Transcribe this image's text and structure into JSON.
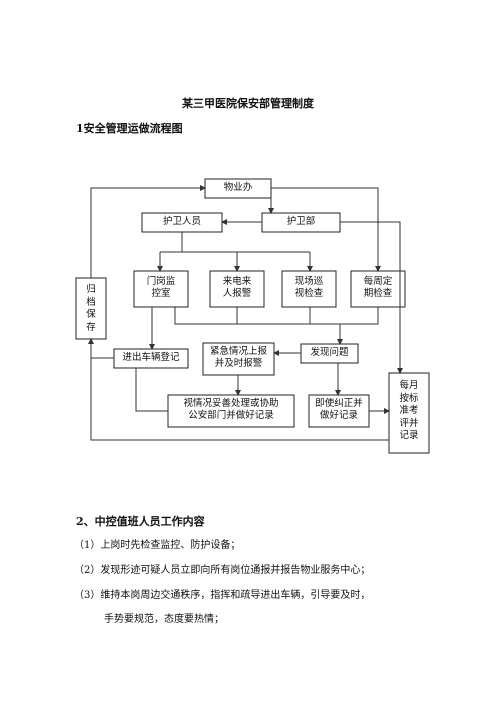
{
  "doc": {
    "title": "某三甲医院保安部管理制度",
    "section1": "1安全管理运做流程图",
    "section2": "2、中控值班人员工作内容",
    "items": [
      "（1）上岗时先检查监控、防护设备；",
      "（2）发现形迹可疑人员立即向所有岗位通报并报告物业服务中心；",
      "（3）维持本岗周边交通秩序，指挥和疏导进出车辆，引导要及时，"
    ],
    "item3_cont": "手势要规范，态度要热情；"
  },
  "flow": {
    "wuyeban": "物业办",
    "huweirenyuan": "护卫人员",
    "huweibu": "护卫部",
    "mengang_1": "门岗监",
    "mengang_2": "控室",
    "laidian_1": "来电来",
    "laidian_2": "人报警",
    "xianchang_1": "现场巡",
    "xianchang_2": "视检查",
    "meizhou_1": "每周定",
    "meizhou_2": "期检查",
    "guidang_1": "归",
    "guidang_2": "档",
    "guidang_3": "保",
    "guidang_4": "存",
    "jinchu": "进出车辆登记",
    "jinji_1": "紧急情况上报",
    "jinji_2": "并及时报警",
    "faxian": "发现问题",
    "shiqing_1": "视情况妥善处理或协助",
    "shiqing_2": "公安部门并做好记录",
    "jishi_1": "即使纠正并",
    "jishi_2": "做好记录",
    "meiyue_1": "每月",
    "meiyue_2": "按标",
    "meiyue_3": "准考",
    "meiyue_4": "评并",
    "meiyue_5": "记录"
  }
}
